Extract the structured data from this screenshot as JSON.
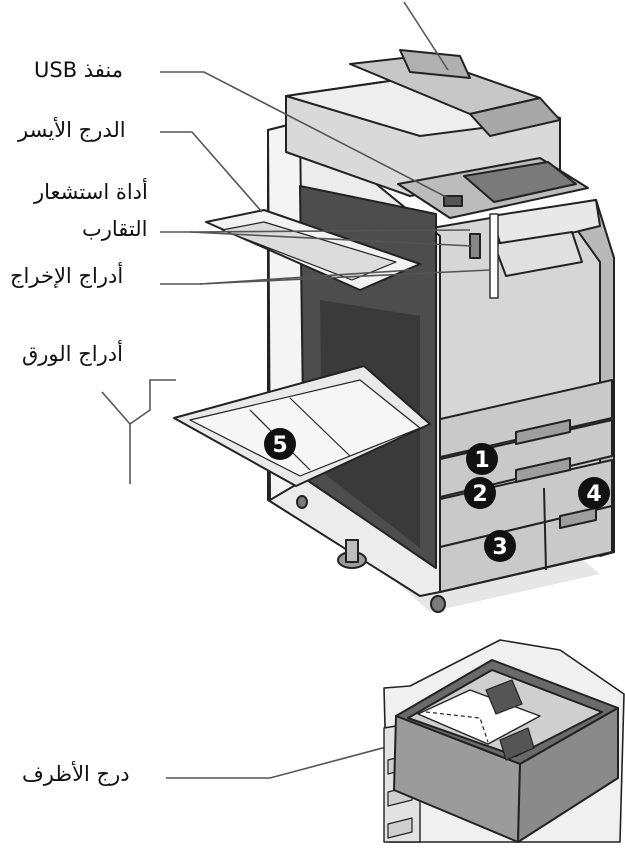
{
  "labels": {
    "usb_port": "منفذ USB",
    "left_tray": "الدرج الأيسر",
    "proximity_sensor_line1": "أداة استشعار",
    "proximity_sensor_line2": "التقارب",
    "output_trays": "أدراج الإخراج",
    "paper_trays": "أدراج الورق",
    "envelope_tray": "درج الأظرف"
  },
  "tray_numbers": [
    "1",
    "2",
    "3",
    "4",
    "5"
  ],
  "colors": {
    "body_light": "#eeeeee",
    "body_mid": "#bdbdbd",
    "body_dark": "#5a5a5a",
    "outline": "#222222",
    "callout": "#555555",
    "marker": "#111111"
  }
}
